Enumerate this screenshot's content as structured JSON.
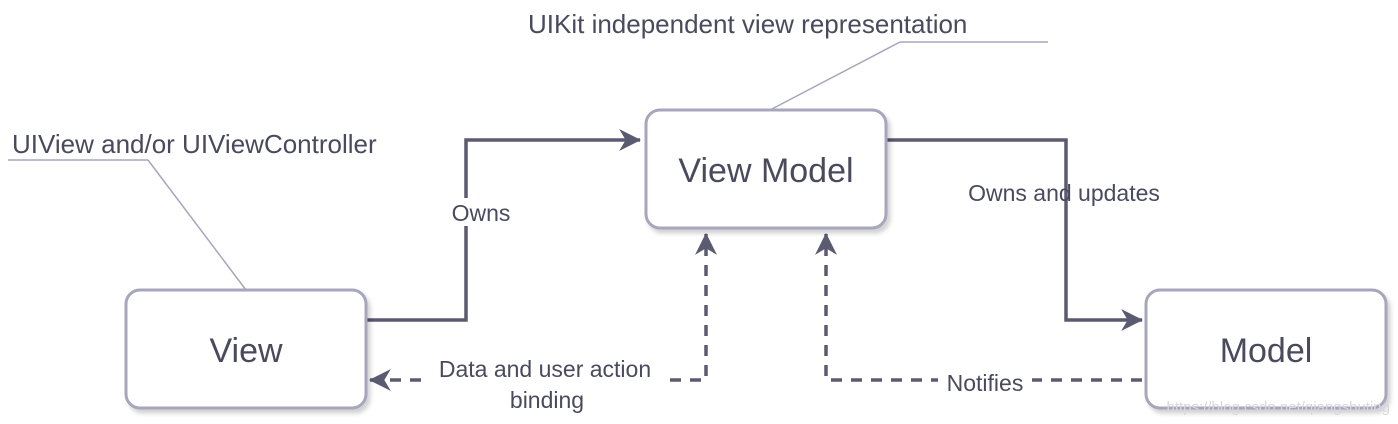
{
  "nodes": {
    "view": {
      "label": "View"
    },
    "view_model": {
      "label": "View Model"
    },
    "model": {
      "label": "Model"
    }
  },
  "edges": {
    "owns": {
      "label": "Owns"
    },
    "owns_and_updates": {
      "label": "Owns and updates"
    },
    "binding": {
      "label_line1": "Data and user action",
      "label_line2": "binding"
    },
    "notifies": {
      "label": "Notifies"
    }
  },
  "notes": {
    "view_note": "UIView and/or UIViewController",
    "view_model_note": "UIKit independent view representation"
  },
  "watermark": "https://blog.csdn.net/qiangshuting",
  "colors": {
    "stroke": "#5a5a70",
    "node_border": "#a8a6bd",
    "text": "#4a4a5e",
    "note_line": "#a8a6bd"
  }
}
